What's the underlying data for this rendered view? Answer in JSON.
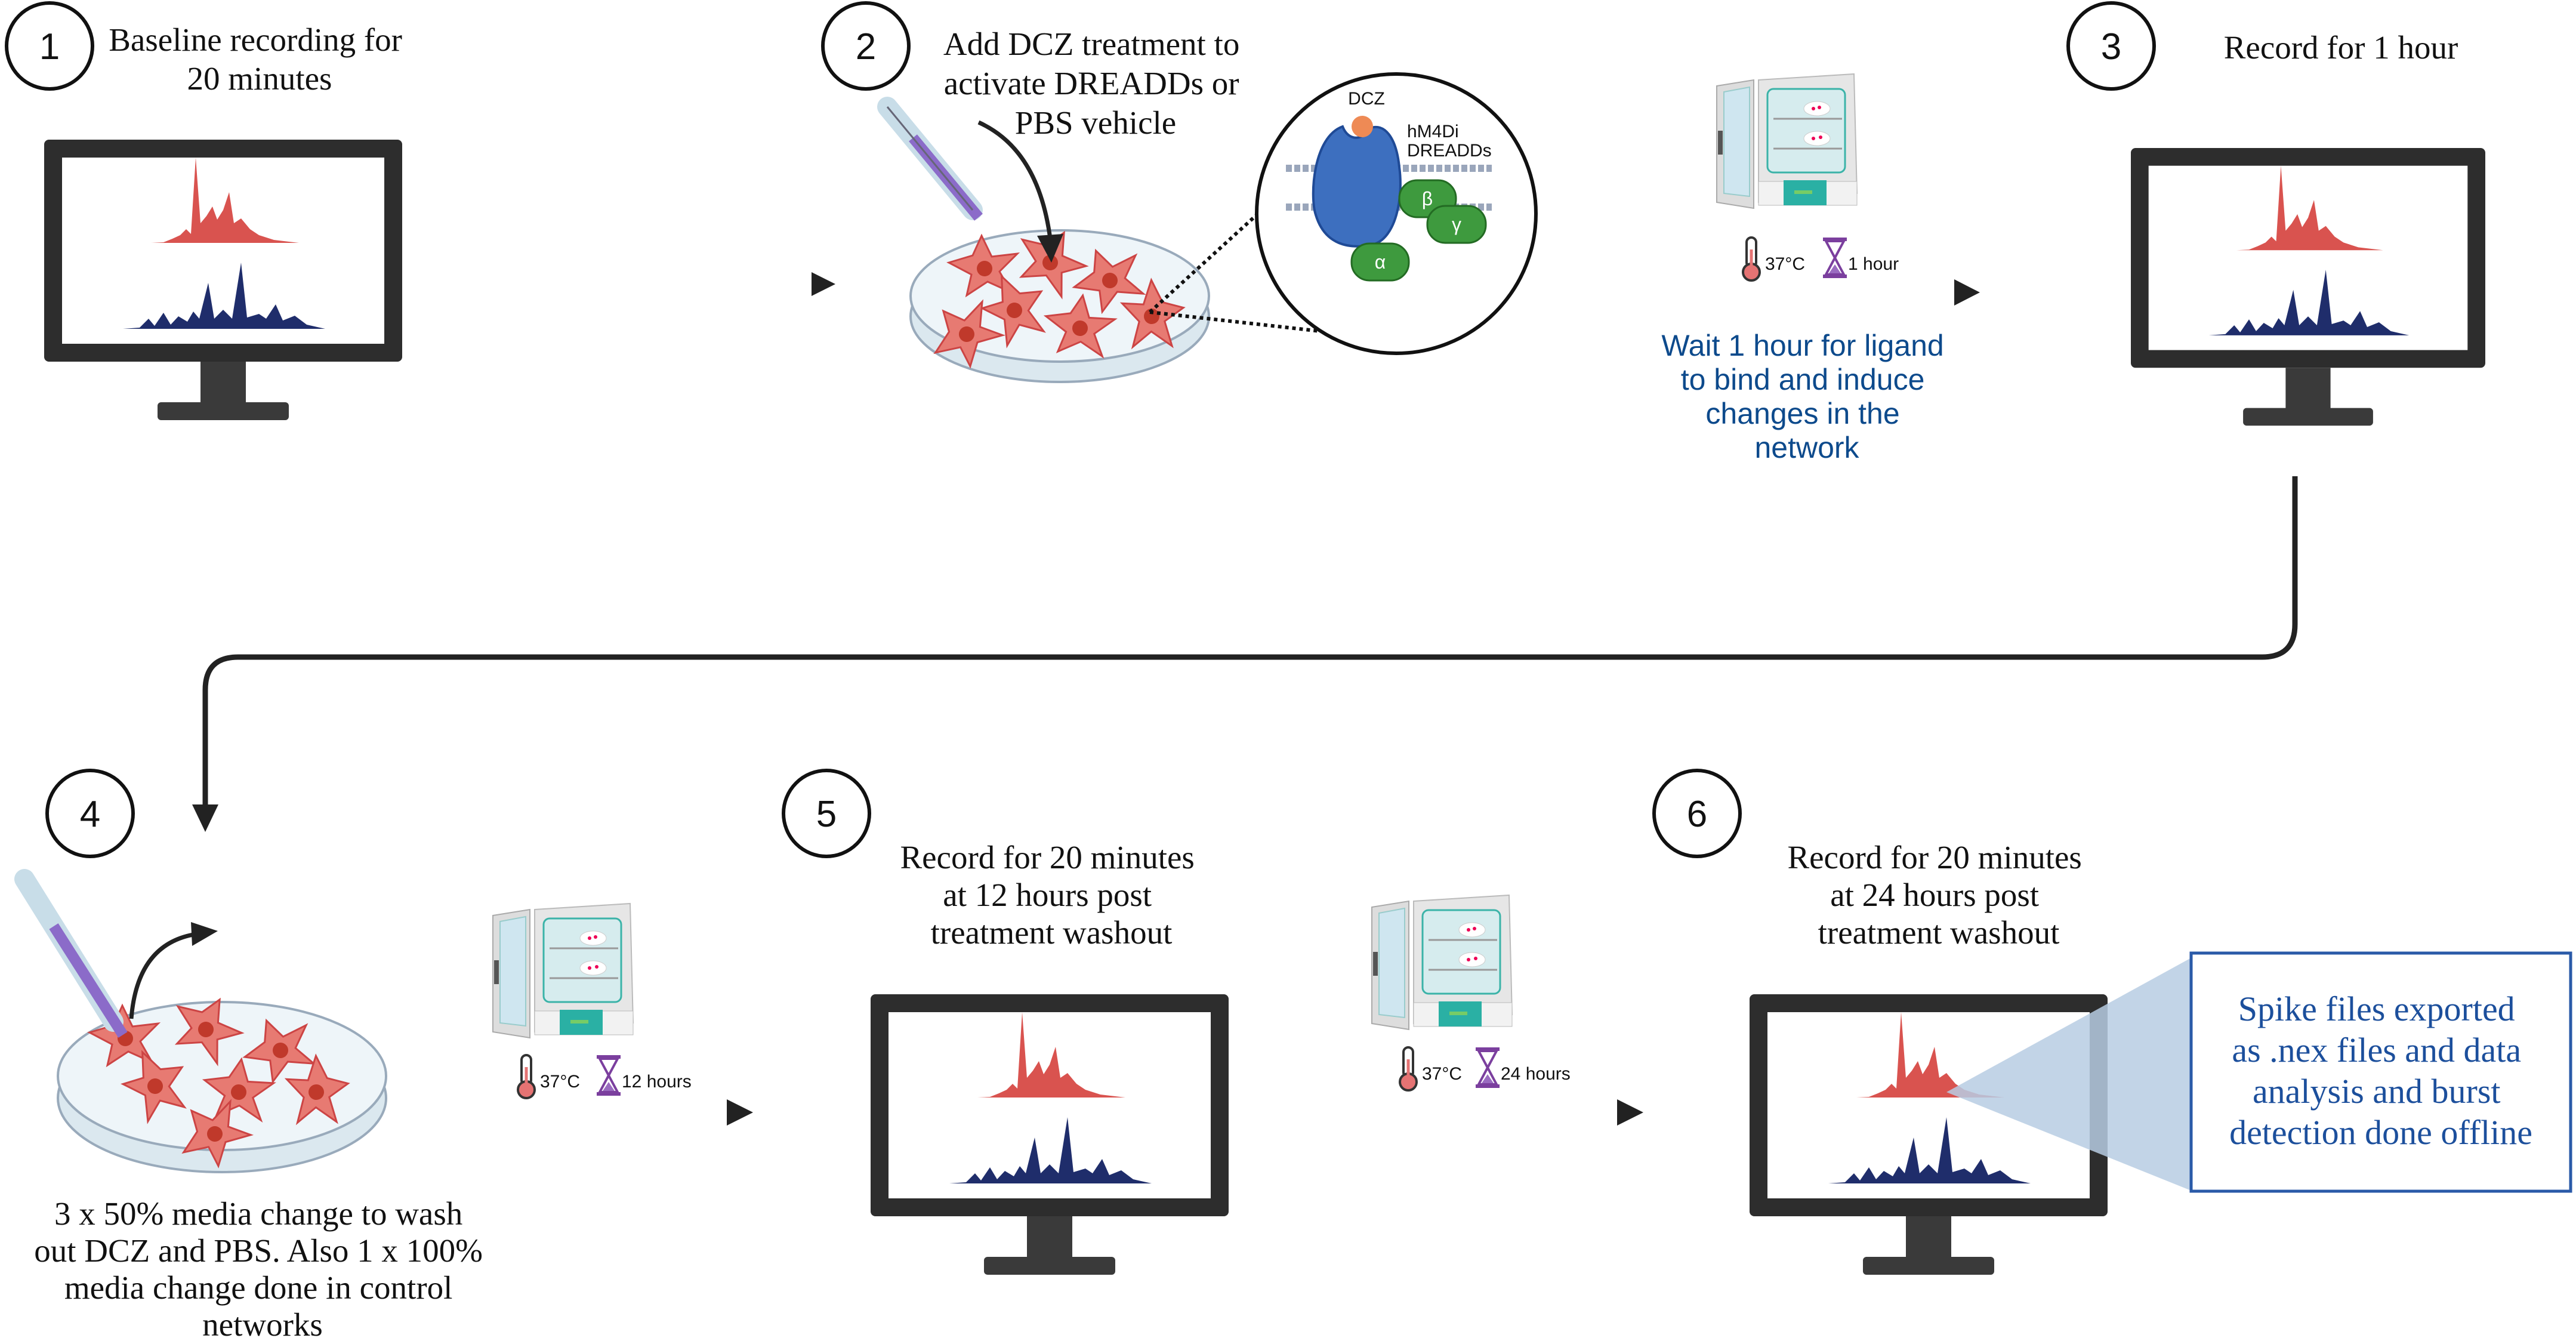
{
  "steps": [
    {
      "number": "1",
      "lines": [
        "Baseline recording for",
        "20 minutes"
      ]
    },
    {
      "number": "2",
      "lines": [
        "Add DCZ treatment to",
        "activate DREADDs or",
        "PBS vehicle"
      ]
    },
    {
      "number": "3",
      "lines": [
        "Record for 1 hour"
      ]
    },
    {
      "number": "4",
      "lines": [
        "3 x 50% media change to wash",
        "out DCZ and PBS. Also 1 x 100%",
        "media change done in control",
        "networks"
      ]
    },
    {
      "number": "5",
      "lines": [
        "Record for 20 minutes",
        "at 12 hours post",
        "treatment washout"
      ]
    },
    {
      "number": "6",
      "lines": [
        "Record for 20 minutes",
        "at 24 hours post",
        "treatment washout"
      ]
    }
  ],
  "receptor": {
    "ligand": "DCZ",
    "receptor_lines": [
      "hM4Di",
      "DREADDs"
    ],
    "alpha": "α",
    "beta": "β",
    "gamma": "γ"
  },
  "incubations": [
    {
      "temperature": "37°C",
      "duration": "1 hour"
    },
    {
      "temperature": "37°C",
      "duration": "12 hours"
    },
    {
      "temperature": "37°C",
      "duration": "24 hours"
    }
  ],
  "wait_note": [
    "Wait 1 hour for ligand",
    "to bind and induce",
    "changes in the",
    "network"
  ],
  "callout": [
    "Spike files exported",
    "as .nex files and data",
    "analysis and burst",
    "detection done offline"
  ],
  "colors": {
    "red_trace": "#d9534f",
    "blue_trace": "#1f2d6b",
    "note_blue": "#0d4a8c",
    "callout_blue": "#1c4f9c",
    "callout_fill": "#b7cde3"
  }
}
